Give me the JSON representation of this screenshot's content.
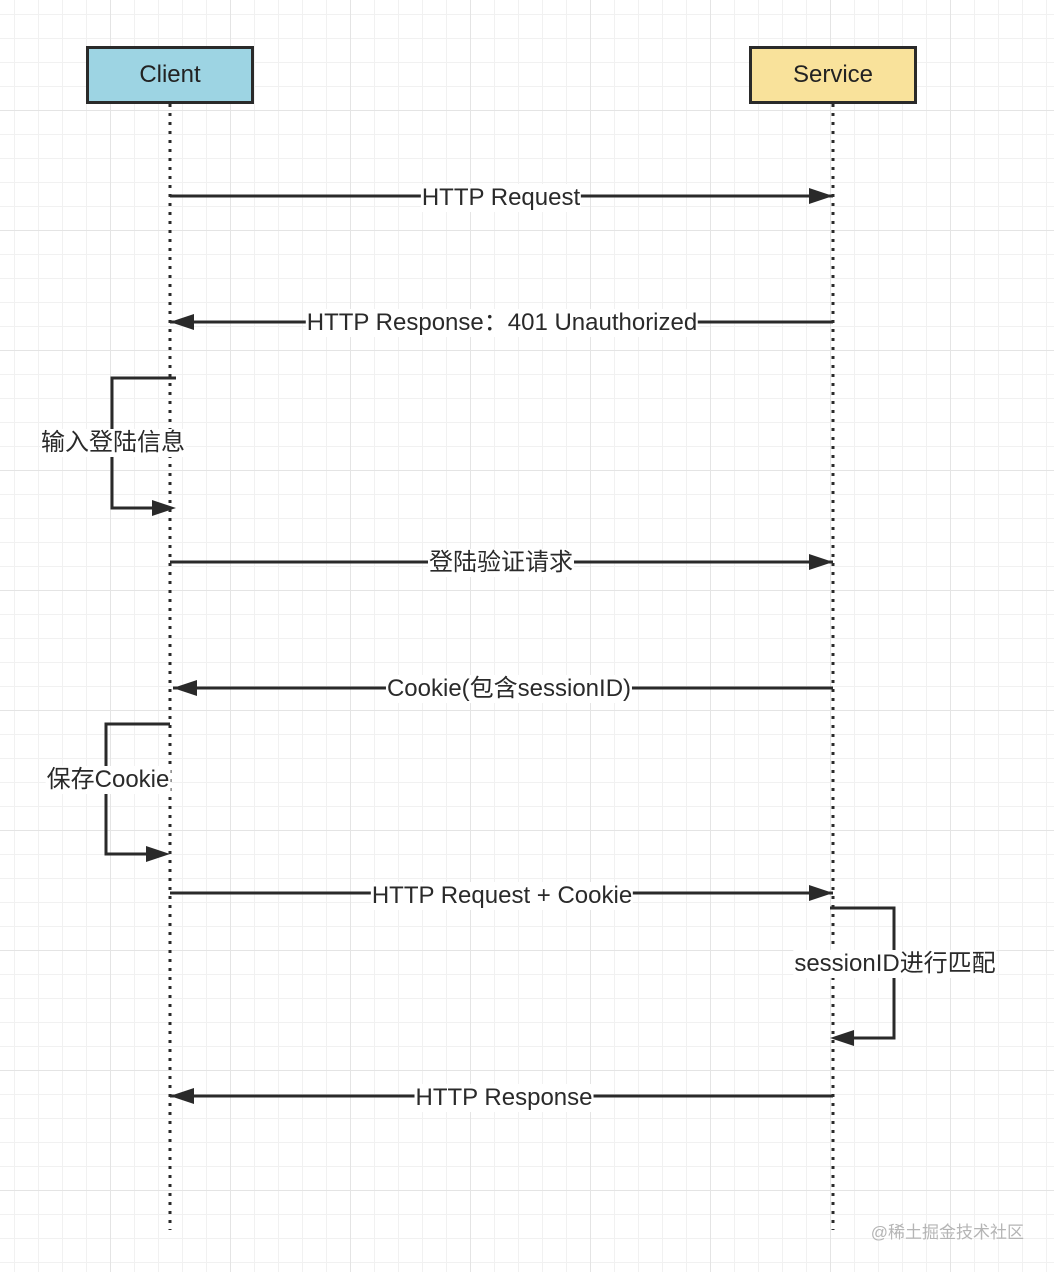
{
  "actors": {
    "client": {
      "label": "Client",
      "fill": "#9dd4e3"
    },
    "service": {
      "label": "Service",
      "fill": "#f9e29b"
    }
  },
  "messages": [
    {
      "label": "HTTP Request",
      "from": "client",
      "to": "service"
    },
    {
      "label": "HTTP Response：401 Unauthorized",
      "from": "service",
      "to": "client"
    },
    {
      "label": "输入登陆信息",
      "from": "client",
      "to": "client"
    },
    {
      "label": "登陆验证请求",
      "from": "client",
      "to": "service"
    },
    {
      "label": "Cookie(包含sessionID)",
      "from": "service",
      "to": "client"
    },
    {
      "label": "保存Cookie",
      "from": "client",
      "to": "client"
    },
    {
      "label": "HTTP Request + Cookie",
      "from": "client",
      "to": "service"
    },
    {
      "label": "sessionID进行匹配",
      "from": "service",
      "to": "service"
    },
    {
      "label": "HTTP Response",
      "from": "service",
      "to": "client"
    }
  ],
  "watermark": "@稀土掘金技术社区",
  "colors": {
    "line": "#2a2a2a"
  }
}
